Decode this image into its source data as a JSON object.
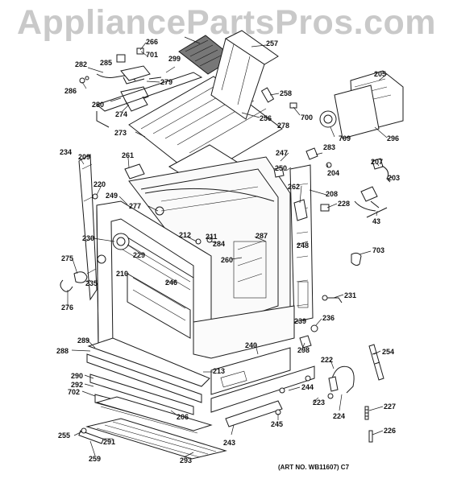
{
  "watermark": "AppliancePartsPros.com",
  "art_number": "(ART NO. WB11607) C7",
  "part_numbers": [
    "205",
    "257",
    "266",
    "701",
    "299",
    "282",
    "285",
    "279",
    "286",
    "280",
    "274",
    "258",
    "700",
    "256",
    "278",
    "709",
    "296",
    "273",
    "234",
    "209",
    "261",
    "247",
    "283",
    "204",
    "207",
    "203",
    "250",
    "262",
    "208",
    "228",
    "43",
    "220",
    "249",
    "277",
    "211",
    "212",
    "284",
    "287",
    "230",
    "229",
    "275",
    "210",
    "246",
    "260",
    "248",
    "235",
    "276",
    "703",
    "231",
    "239",
    "236",
    "288",
    "289",
    "240",
    "298",
    "222",
    "254",
    "290",
    "292",
    "702",
    "213",
    "244",
    "223",
    "224",
    "227",
    "206",
    "245",
    "255",
    "291",
    "243",
    "259",
    "293",
    "226"
  ]
}
